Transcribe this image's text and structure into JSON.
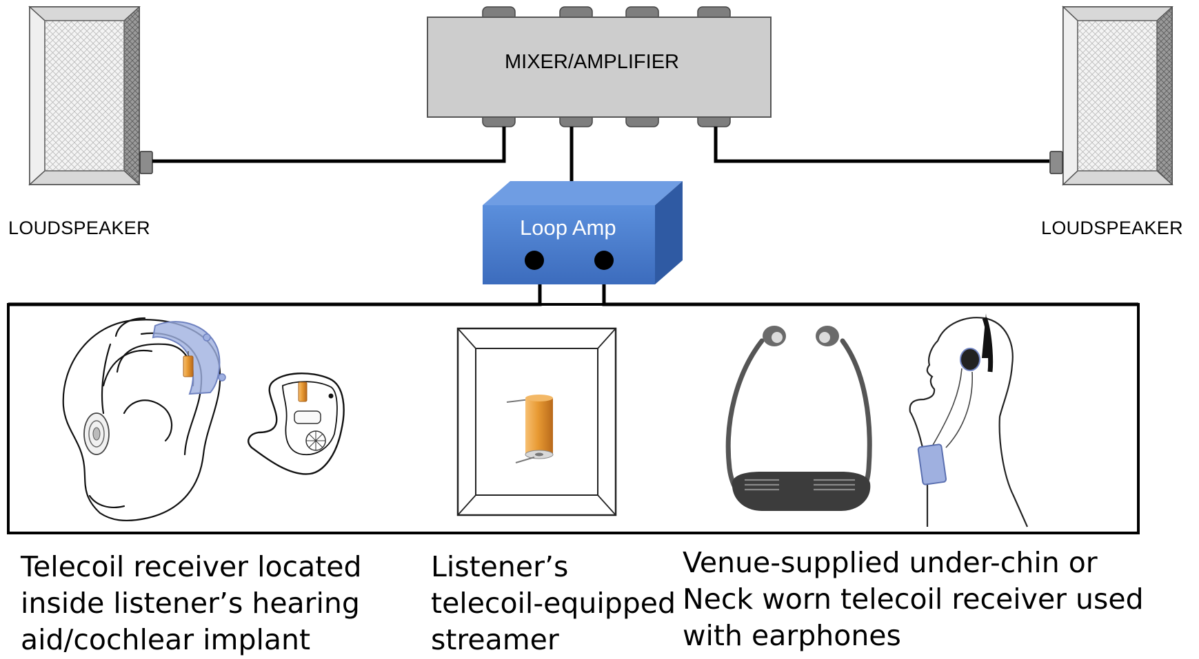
{
  "speaker_left_label": "LOUDSPEAKER",
  "speaker_right_label": "LOUDSPEAKER",
  "mixer_label": "MIXER/AMPLIFIER",
  "loop_amp_label": "Loop Amp",
  "captions": {
    "hearing_aid": [
      "Telecoil receiver located",
      "inside listener’s hearing",
      "aid/cochlear implant"
    ],
    "streamer": [
      "Listener’s",
      "telecoil-equipped",
      "streamer"
    ],
    "neck_worn": [
      "Venue-supplied under-chin or",
      "Neck worn telecoil receiver used",
      "with earphones"
    ]
  },
  "colors": {
    "mixer_fill": "#cdcdcd",
    "loop_amp_blue": "#4a7fcf",
    "telecoil_orange": "#e89a33",
    "device_lavender": "#9fb0e0",
    "line": "#000000"
  }
}
